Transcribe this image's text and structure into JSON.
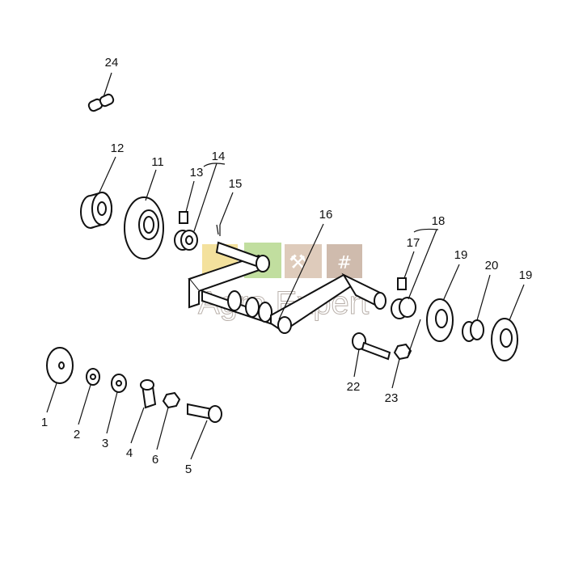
{
  "diagram": {
    "watermark": "Agro Expert",
    "colors": {
      "line": "#111111",
      "wm_yellow": "#f2dc8c",
      "wm_green": "#b7d98f",
      "wm_tan1": "#d9c3b0",
      "wm_tan2": "#c7b09f"
    },
    "callouts": [
      "24",
      "12",
      "11",
      "13",
      "14",
      "15",
      "16",
      "18",
      "17",
      "19",
      "20",
      "19",
      "1",
      "2",
      "3",
      "4",
      "6",
      "5",
      "22",
      "23"
    ]
  }
}
